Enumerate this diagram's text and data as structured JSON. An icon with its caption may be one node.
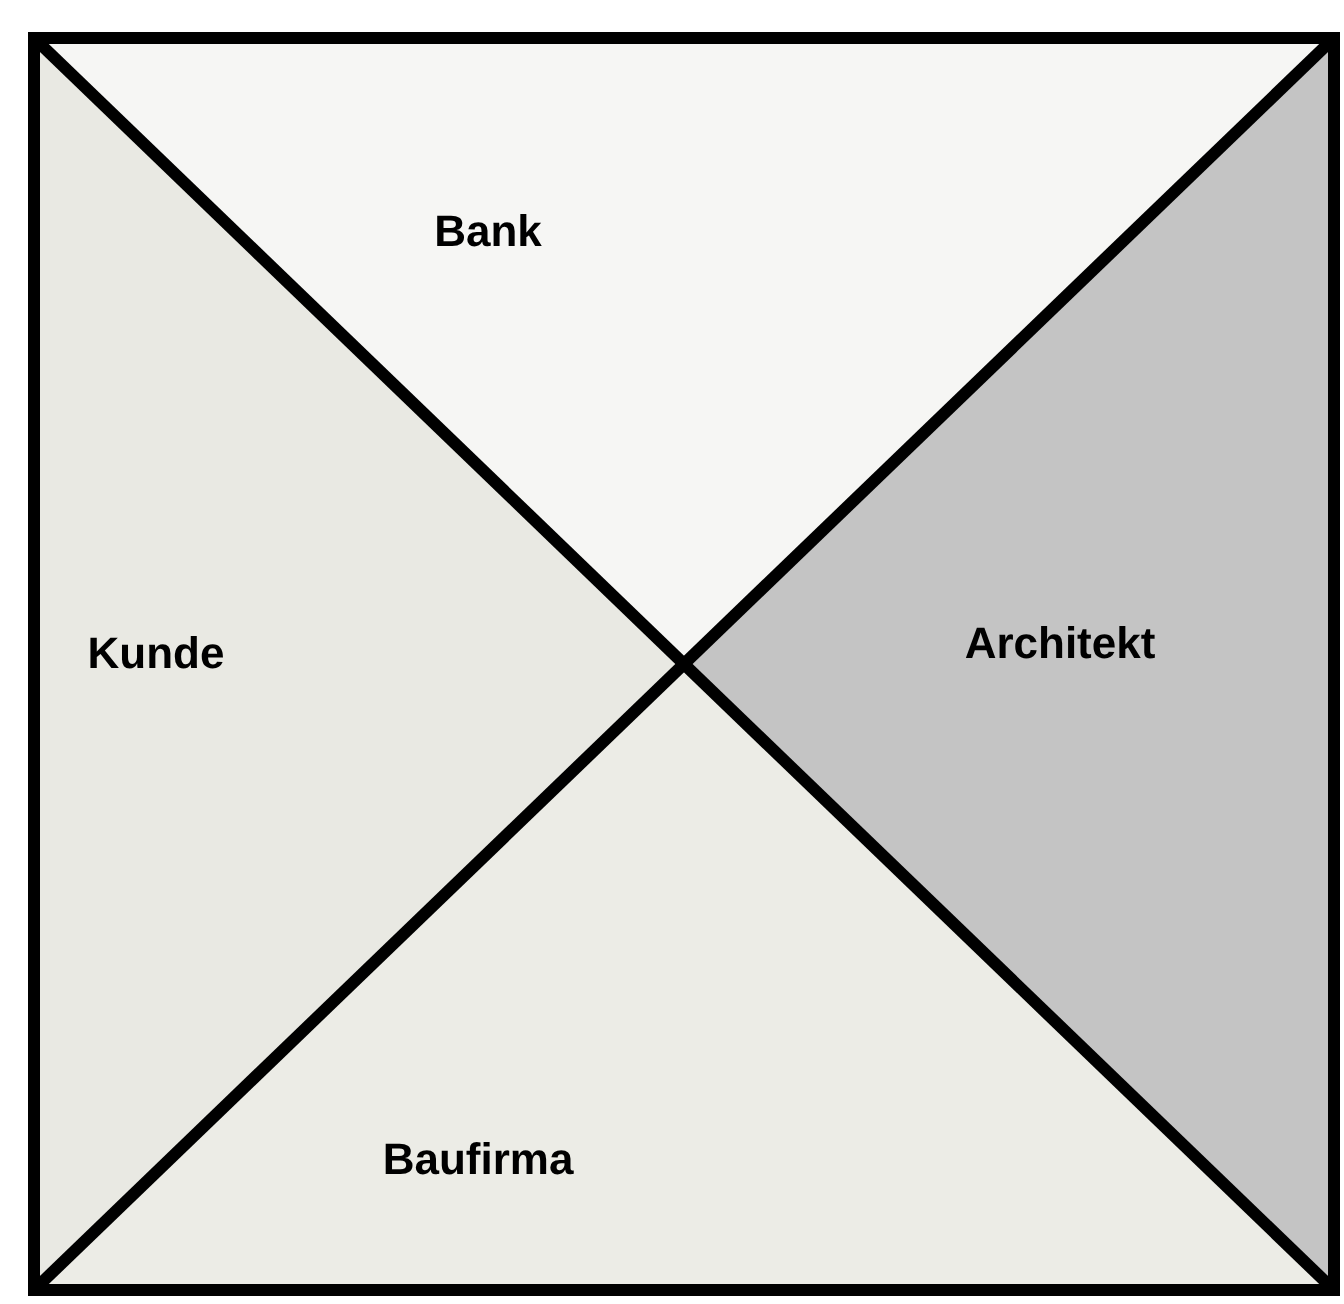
{
  "diagram": {
    "nodes": [
      {
        "text": [
          "Bank"
        ]
      },
      {
        "text": [
          "Kunde"
        ]
      },
      {
        "text": [
          "Architekt"
        ]
      },
      {
        "text": [
          "Baufirma"
        ]
      }
    ]
  }
}
